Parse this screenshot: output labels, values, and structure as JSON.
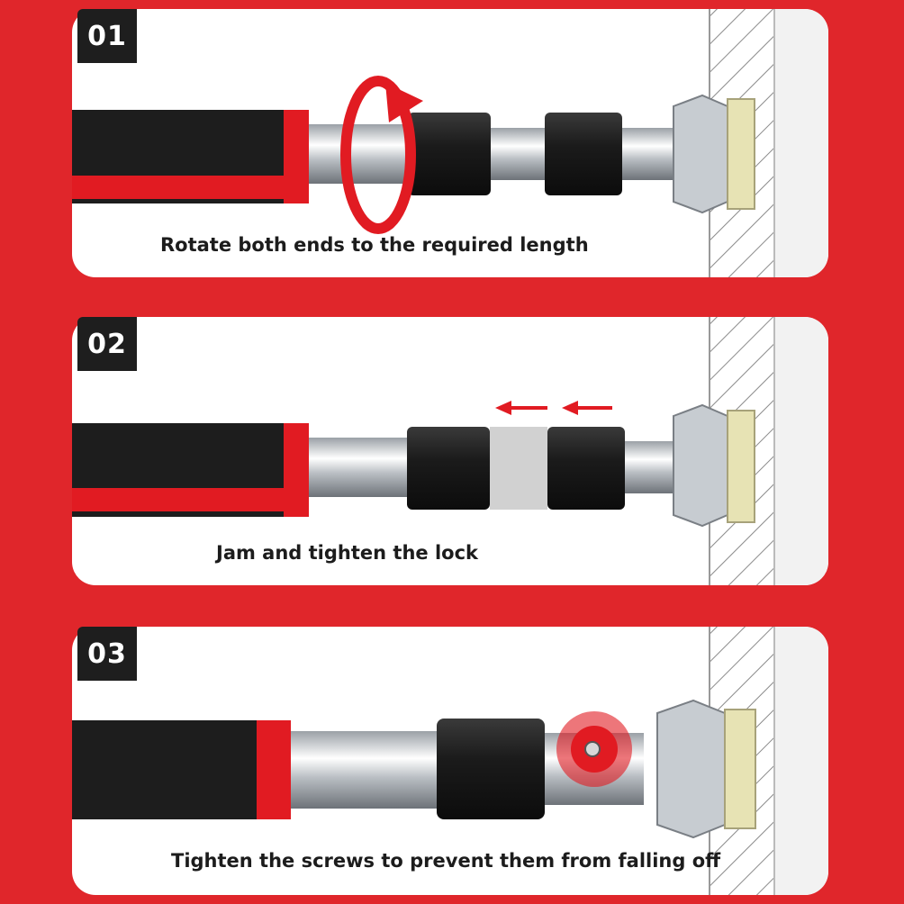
{
  "steps": [
    {
      "number": "01",
      "caption": "Rotate both ends to the required length"
    },
    {
      "number": "02",
      "caption": "Jam and tighten the lock"
    },
    {
      "number": "03",
      "caption": "Tighten the screws to prevent them from falling off"
    }
  ],
  "colors": {
    "background": "#e0262b",
    "accent": "#e11b22",
    "grip": "#1d1d1d",
    "badge": "#1e1e1e"
  },
  "icons": [
    "rotate-arrow-icon",
    "left-arrow-icon",
    "screw-highlight-icon"
  ]
}
